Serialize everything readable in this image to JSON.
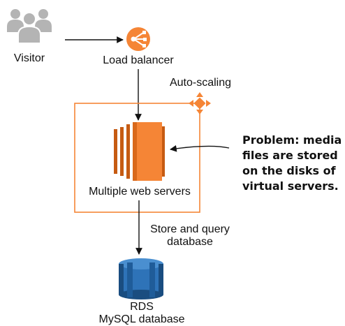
{
  "nodes": {
    "visitor": "Visitor",
    "load_balancer": "Load balancer",
    "auto_scaling": "Auto-scaling",
    "web_servers": "Multiple web servers",
    "rds_line1": "RDS",
    "rds_line2": "MySQL database"
  },
  "edges": {
    "db_label_line1": "Store and query",
    "db_label_line2": "database"
  },
  "callout": {
    "line1": "Problem: media",
    "line2": "files are stored",
    "line3": "on the disks of",
    "line4": "virtual servers."
  },
  "colors": {
    "orange": "#f58536",
    "orange_dark": "#c65b12",
    "blue": "#2e73b8",
    "blue_dark": "#1a4d80",
    "gray": "#b4b4b4"
  },
  "icons": {
    "visitor": "users-icon",
    "load_balancer": "load-balancer-icon",
    "auto_scaling": "auto-scaling-icon",
    "web_servers": "ec2-instances-icon",
    "rds": "database-icon"
  }
}
